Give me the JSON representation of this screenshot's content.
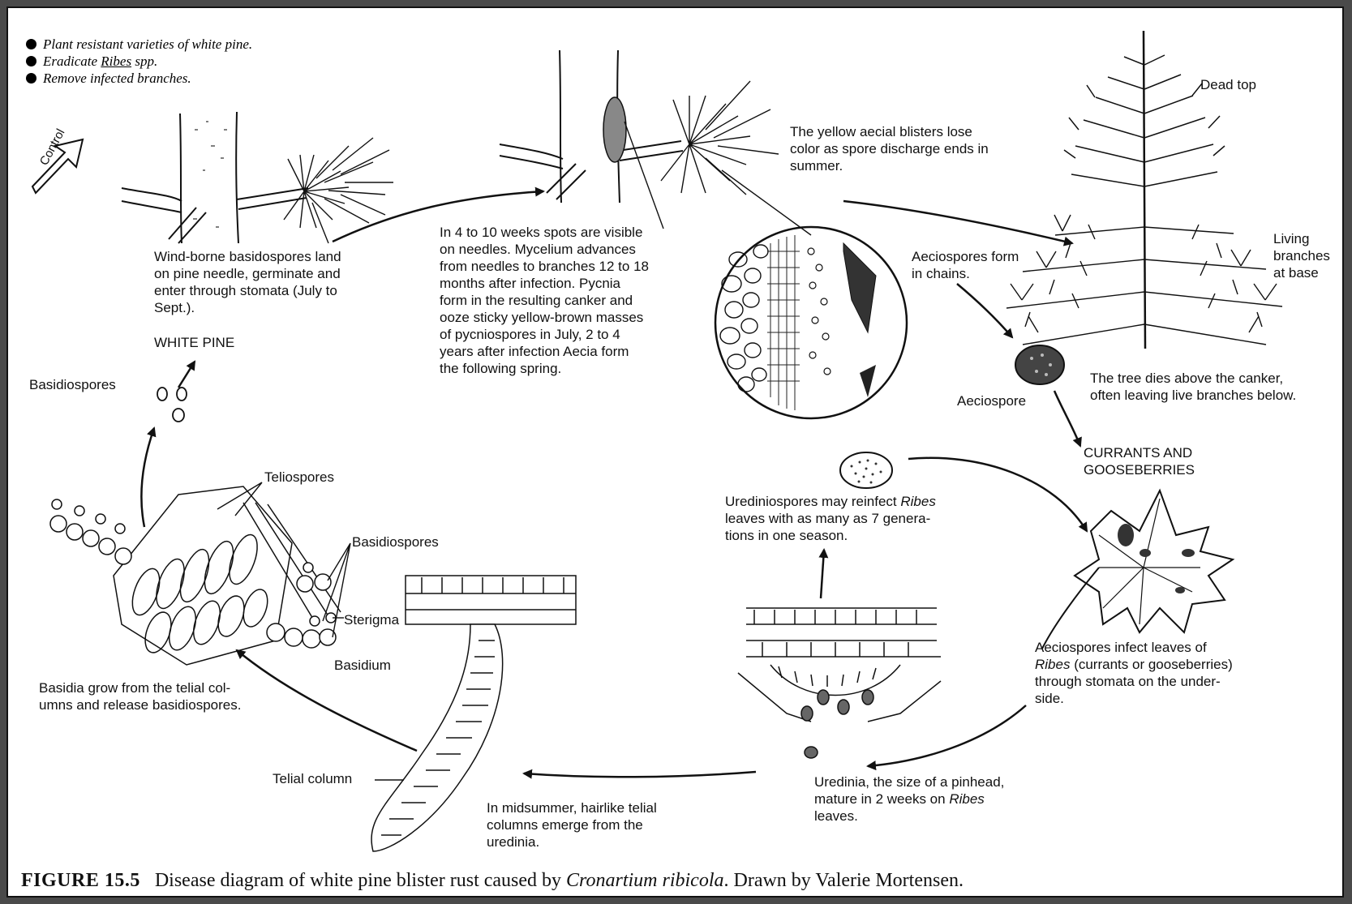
{
  "control": {
    "items": [
      {
        "pre": "Plant resistant varieties of white pine.",
        "ul": "",
        "post": ""
      },
      {
        "pre": "Eradicate ",
        "ul": "Ribes",
        "post": " spp."
      },
      {
        "pre": "Remove infected branches.",
        "ul": "",
        "post": ""
      }
    ],
    "arrow_label": "Control"
  },
  "labels": {
    "wind_borne": "Wind-borne basidospores land\non pine needle, germinate and\nenter through stomata (July to\nSept.).",
    "white_pine": "WHITE PINE",
    "basidiospores_top": "Basidiospores",
    "spots_visible": "In 4 to 10 weeks spots are visible\non needles.  Mycelium advances\nfrom needles to branches 12 to 18\nmonths after infection.  Pycnia\nform in the resulting canker and\nooze sticky yellow-brown masses\nof pycniospores in July, 2 to 4\nyears after infection Aecia form\nthe following spring.",
    "aecial_blisters": "The yellow aecial blisters lose\ncolor as spore discharge ends in\nsummer.",
    "dead_top": "Dead top",
    "living_branches": "Living\nbranches\nat base",
    "aeciospores_chains": "Aeciospores form\nin chains.",
    "aeciospore": "Aeciospore",
    "tree_dies": "The tree dies above the canker,\noften leaving live branches below.",
    "currants": "CURRANTS AND\nGOOSEBERRIES",
    "urediniospores_pre": "Urediniospores may reinfect ",
    "urediniospores_it": "Ribes",
    "urediniospores_post": "\nleaves with as many as 7 genera-\ntions in one season.",
    "aeciospores_infect_pre": "Aeciospores infect leaves of\n",
    "aeciospores_infect_it": "Ribes",
    "aeciospores_infect_post": " (currants or gooseberries)\nthrough stomata on the under-\nside.",
    "uredinia_pre": "Uredinia, the size of a pinhead,\nmature in 2 weeks on ",
    "uredinia_it": "Ribes",
    "uredinia_post": "\nleaves.",
    "midsummer": "In midsummer, hairlike telial\ncolumns emerge from the\nuredinia.",
    "telial_column": "Telial column",
    "teliospores": "Teliospores",
    "basidiospores_mid": "Basidiospores",
    "sterigma": "Sterigma",
    "basidium": "Basidium",
    "basidia_grow": "Basidia grow from the telial col-\numns and release basidiospores."
  },
  "caption": {
    "figure": "FIGURE 15.5",
    "text_pre": "Disease diagram of white pine blister rust caused by ",
    "species": "Cronartium ribicola",
    "text_post": ". Drawn by Valerie Mortensen."
  }
}
